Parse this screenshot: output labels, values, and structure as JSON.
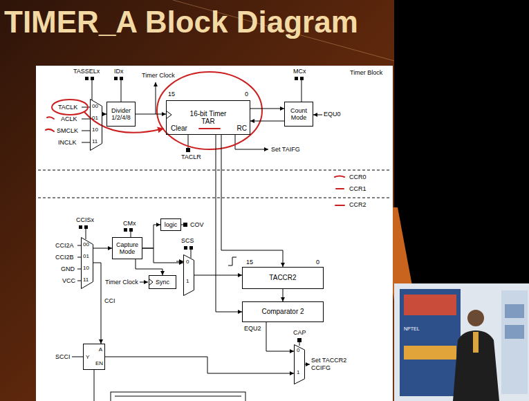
{
  "diagram": {
    "title": "TIMER_A Block Diagram",
    "nodes": [
      {
        "text": [
          "00",
          "01",
          "10",
          "11"
        ]
      },
      {
        "text": [
          "Divider 1/2/4/8"
        ]
      },
      {
        "text": [
          "16-bit Timer TAR",
          "Clear",
          "RC"
        ]
      },
      {
        "text": [
          "Count Mode"
        ]
      },
      {
        "text": [
          "00",
          "01",
          "10",
          "11"
        ]
      },
      {
        "text": [
          "Capture Mode"
        ]
      },
      {
        "text": [
          "logic"
        ]
      },
      {
        "text": [
          "Sync"
        ]
      },
      {
        "text": [
          "0",
          "1"
        ]
      },
      {
        "text": [
          "TACCR2"
        ]
      },
      {
        "text": [
          "Comparator 2"
        ]
      },
      {
        "text": [
          "Y",
          "A",
          "EN"
        ]
      },
      {
        "text": [
          "0",
          "1"
        ]
      }
    ],
    "edges": [
      {
        "from": 0,
        "to": 1,
        "arrow": "to"
      },
      {
        "from": 1,
        "to": 2,
        "arrow": "to"
      },
      {
        "from": 2,
        "to": 3,
        "arrow": "to"
      },
      {
        "from": 3,
        "to": 2,
        "arrow": "to"
      },
      {
        "from": 4,
        "to": 5,
        "arrow": "to"
      },
      {
        "from": 5,
        "to": 6,
        "arrow": "to"
      },
      {
        "from": 5,
        "to": 8,
        "arrow": "to"
      },
      {
        "from": 5,
        "to": 7,
        "arrow": "to"
      },
      {
        "from": 7,
        "to": 8,
        "arrow": "to"
      },
      {
        "from": 8,
        "to": 9,
        "arrow": "to"
      },
      {
        "from": 2,
        "to": 9,
        "arrow": "to"
      },
      {
        "from": 2,
        "to": 10,
        "arrow": "to"
      },
      {
        "from": 9,
        "to": 10,
        "arrow": "to"
      },
      {
        "from": 10,
        "to": 12,
        "arrow": "to"
      },
      {
        "from": 4,
        "to": 11,
        "arrow": "to"
      },
      {
        "from": 11,
        "to": 12,
        "arrow": "to"
      }
    ],
    "labels": [
      "TASSELx",
      "IDx",
      "Timer Clock",
      "MCx",
      "Timer Block",
      "TACLK",
      "ACLK",
      "SMCLK",
      "INCLK",
      "15",
      "0",
      "EQU0",
      "TACLR",
      "Set TAIFG",
      "CCR0",
      "CCR1",
      "CCR2",
      "CCISx",
      "CMx",
      "COV",
      "SCS",
      "CCI2A",
      "CCI2B",
      "GND",
      "VCC",
      "Timer Clock",
      "15",
      "0",
      "CCI",
      "EQU2",
      "SCCI",
      "CAP",
      "Set TACCR2 CCIFG",
      "NPTEL"
    ]
  }
}
